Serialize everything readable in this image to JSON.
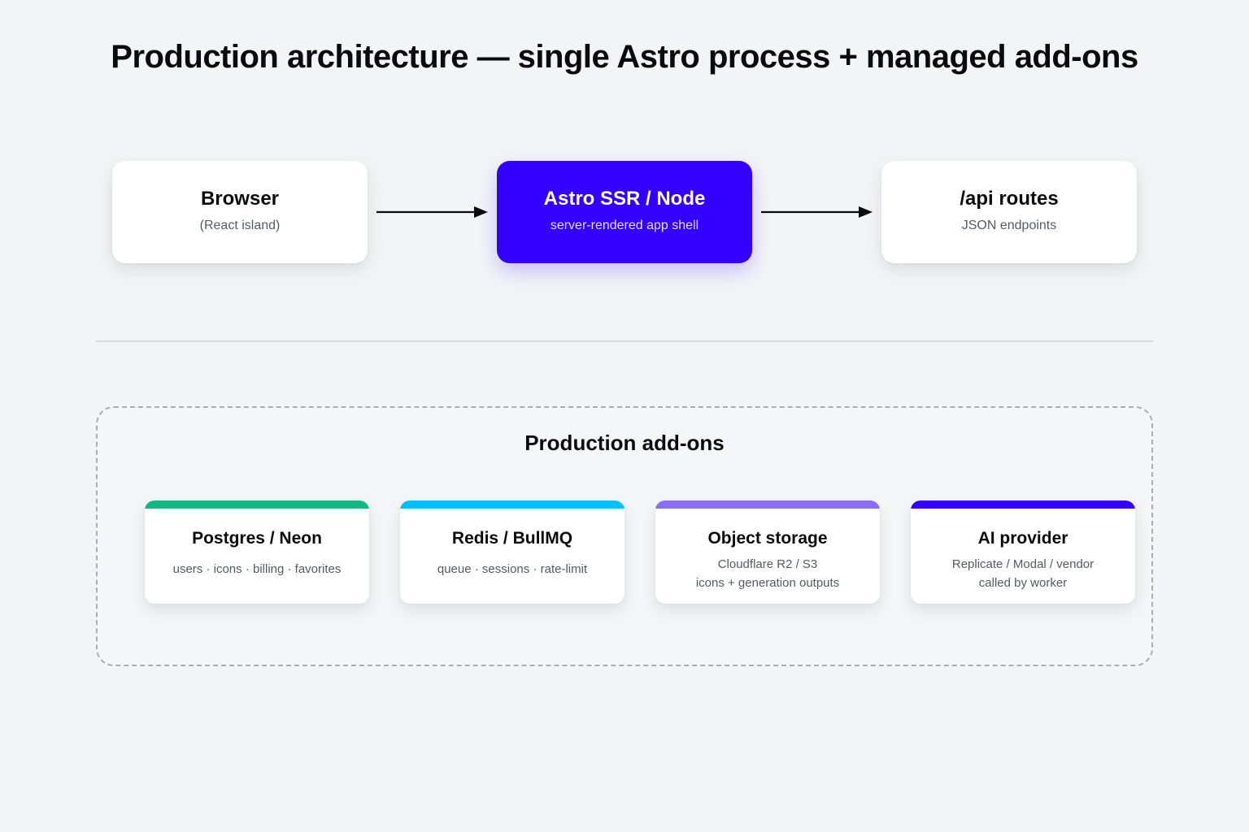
{
  "title": "Production architecture — single Astro process + managed add-ons",
  "flow": {
    "browser": {
      "title": "Browser",
      "subtitle": "(React island)"
    },
    "astro": {
      "title": "Astro SSR / Node",
      "subtitle": "server-rendered app shell"
    },
    "api": {
      "title": "/api routes",
      "subtitle": "JSON endpoints"
    }
  },
  "addons": {
    "title": "Production add-ons",
    "cards": [
      {
        "title": "Postgres / Neon",
        "lines": [
          "users · icons · billing · favorites"
        ],
        "accent": "#10b981"
      },
      {
        "title": "Redis / BullMQ",
        "lines": [
          "queue · sessions · rate-limit"
        ],
        "accent": "#00bfff"
      },
      {
        "title": "Object storage",
        "lines": [
          "Cloudflare R2 / S3",
          "icons + generation outputs"
        ],
        "accent": "#8b6cf6"
      },
      {
        "title": "AI provider",
        "lines": [
          "Replicate / Modal / vendor",
          "called by worker"
        ],
        "accent": "#3300ff"
      }
    ]
  },
  "colors": {
    "background": "#f3f4f6",
    "primary": "#3300ff",
    "text": "#0b0b0f",
    "muted": "#555a63"
  }
}
